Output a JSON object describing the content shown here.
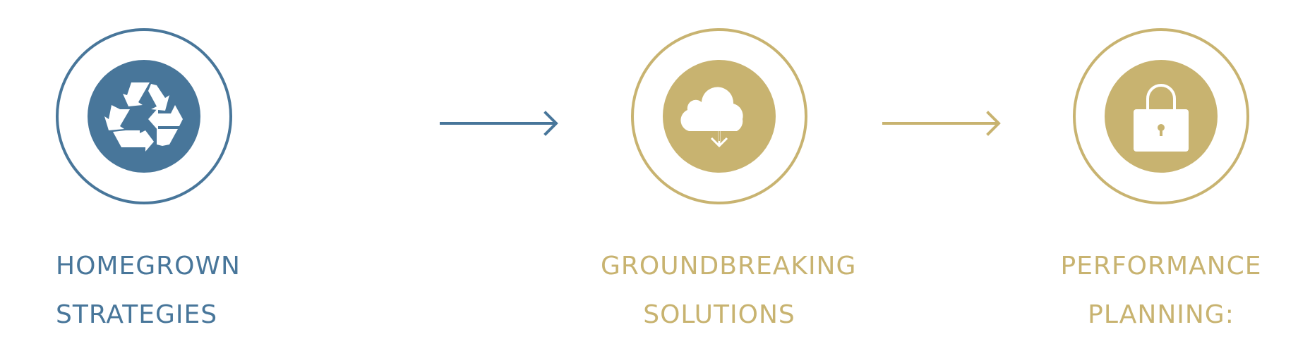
{
  "colors": {
    "blue": "#48769a",
    "gold": "#c8b370",
    "white": "#ffffff"
  },
  "steps": [
    {
      "icon": "recycle-icon",
      "color": "#48769a",
      "label_line1": "HOMEGROWN",
      "label_line2": "STRATEGIES"
    },
    {
      "icon": "cloud-download-icon",
      "color": "#c8b370",
      "label_line1": "GROUNDBREAKING",
      "label_line2": "SOLUTIONS"
    },
    {
      "icon": "lock-icon",
      "color": "#c8b370",
      "label_line1": "PERFORMANCE",
      "label_line2": "PLANNING:"
    }
  ],
  "arrows": [
    {
      "icon": "arrow-right-icon",
      "color": "#48769a"
    },
    {
      "icon": "arrow-right-icon",
      "color": "#c8b370"
    }
  ]
}
